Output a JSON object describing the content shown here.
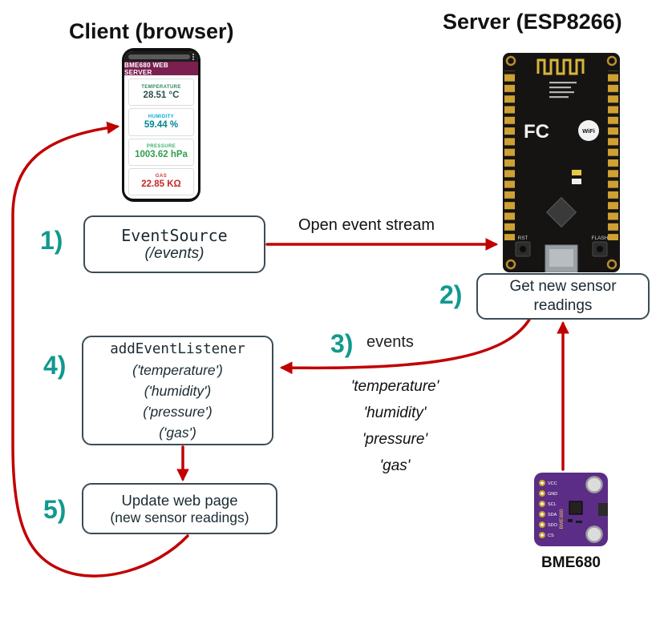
{
  "titles": {
    "client": "Client (browser)",
    "server": "Server (ESP8266)"
  },
  "phone": {
    "header": "BME680 WEB SERVER",
    "readings": [
      {
        "label": "TEMPERATURE",
        "value": "28.51 °C",
        "label_color": "#2e8b57",
        "value_color": "#2f4f4f"
      },
      {
        "label": "HUMIDITY",
        "value": "59.44 %",
        "label_color": "#00add6",
        "value_color": "#008591"
      },
      {
        "label": "PRESSURE",
        "value": "1003.62 hPa",
        "label_color": "#3bb06f",
        "value_color": "#2e9e4f"
      },
      {
        "label": "GAS",
        "value": "22.85 KΩ",
        "label_color": "#d03a3a",
        "value_color": "#c62828"
      }
    ]
  },
  "steps": {
    "one": {
      "num": "1)",
      "code": "EventSource",
      "arg": "(/events)"
    },
    "two": {
      "num": "2)",
      "label": "Get new sensor readings"
    },
    "three": {
      "num": "3)",
      "label": "events"
    },
    "four": {
      "num": "4)",
      "code": "addEventListener",
      "args": [
        "('temperature')",
        "('humidity')",
        "('pressure')",
        "('gas')"
      ]
    },
    "five": {
      "num": "5)",
      "line1": "Update web page",
      "line2": "(new sensor readings)"
    }
  },
  "labels": {
    "open_event_stream": "Open event stream",
    "event_names": [
      "'temperature'",
      "'humidity'",
      "'pressure'",
      "'gas'"
    ],
    "sensor_caption": "BME680"
  },
  "board": {
    "fcc": "FC",
    "wifi": "WiFi",
    "rst": "RST",
    "flash": "FLASH"
  },
  "sensor": {
    "board_text": "BME680",
    "pins": [
      "VCC",
      "GND",
      "SCL",
      "SDA",
      "SDO",
      "CS"
    ]
  },
  "colors": {
    "arrow_red": "#c10000",
    "step_teal": "#11998e",
    "box_border": "#3b4c55",
    "header_purple": "#7a1f4f",
    "sensor_purple": "#5b2d86"
  }
}
